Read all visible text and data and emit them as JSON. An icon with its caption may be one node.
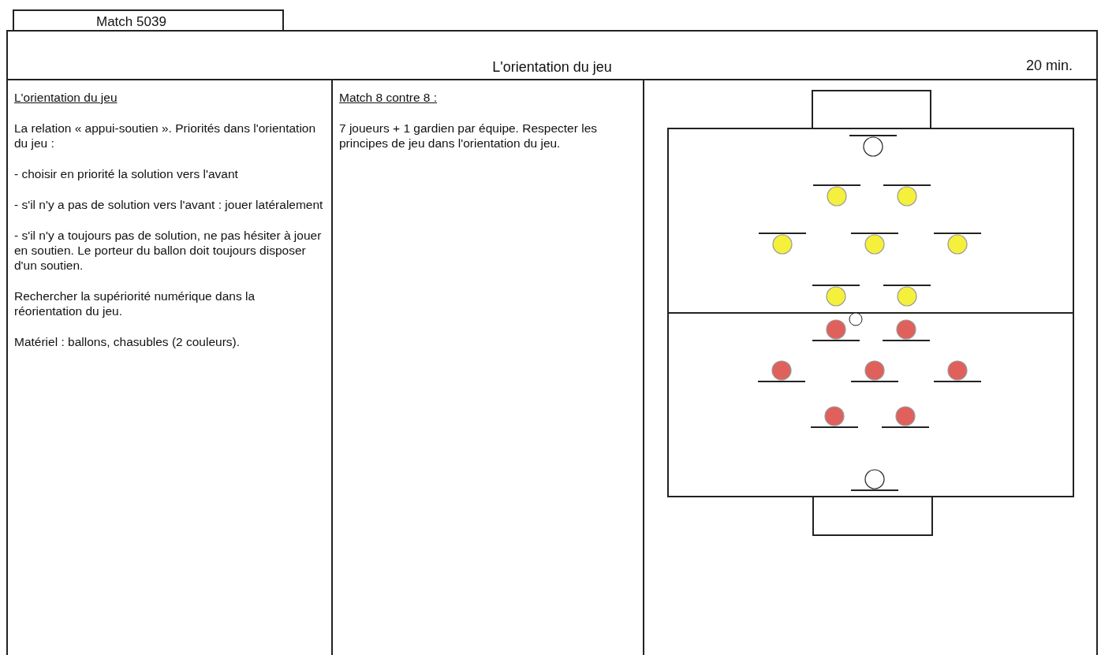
{
  "diagram": {
    "nodes": [
      {
        "text": [
          "Match 5039"
        ]
      },
      {
        "text": [
          "L'orientation du jeu",
          "20 min."
        ]
      },
      {
        "text": [
          "L'orientation du jeu",
          "La relation « appui-soutien ». Priorités dans l'orientation du jeu :",
          "- choisir en priorité la solution vers l'avant",
          "- s'il n'y a pas de solution vers l'avant : jouer latéralement",
          "- s'il n'y a toujours pas de solution, ne pas hésiter à jouer en soutien. Le porteur du ballon doit toujours disposer d'un soutien.",
          "Rechercher la supériorité numérique dans la réorientation du jeu.",
          "Matériel : ballons, chasubles (2 couleurs)."
        ]
      },
      {
        "text": [
          "Match 8 contre 8 :",
          "7 joueurs + 1 gardien par équipe. Respecter les principes de jeu dans l'orientation du jeu."
        ]
      }
    ]
  }
}
